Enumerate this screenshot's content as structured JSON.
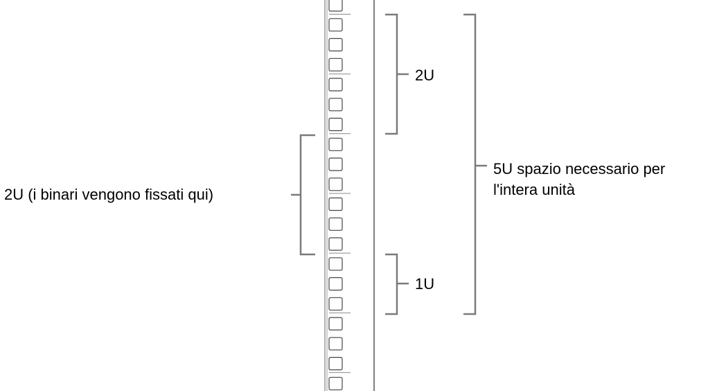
{
  "labels": {
    "rails_mount": "2U (i binari vengono fissati qui)",
    "top_unit": "2U",
    "bottom_unit": "1U",
    "total_line1": "5U spazio necessario per",
    "total_line2": "l'intera unità"
  },
  "rack": {
    "visible_holes": 19
  },
  "colors": {
    "bracket": "#7a7a7a",
    "rail": "#555555",
    "hole": "#444444",
    "text": "#000000"
  }
}
